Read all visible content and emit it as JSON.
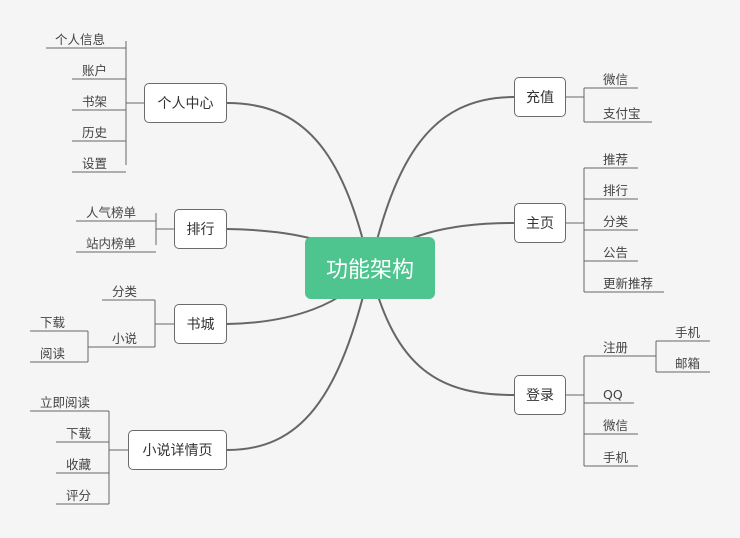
{
  "center": "功能架构",
  "branches": {
    "personal": {
      "label": "个人中心",
      "children": [
        "个人信息",
        "账户",
        "书架",
        "历史",
        "设置"
      ]
    },
    "ranking": {
      "label": "排行",
      "children": [
        "人气榜单",
        "站内榜单"
      ]
    },
    "bookstore": {
      "label": "书城",
      "children": [
        "分类",
        "小说"
      ],
      "novel_children": [
        "下载",
        "阅读"
      ]
    },
    "detail": {
      "label": "小说详情页",
      "children": [
        "立即阅读",
        "下载",
        "收藏",
        "评分"
      ]
    },
    "recharge": {
      "label": "充值",
      "children": [
        "微信",
        "支付宝"
      ]
    },
    "home": {
      "label": "主页",
      "children": [
        "推荐",
        "排行",
        "分类",
        "公告",
        "更新推荐"
      ]
    },
    "login": {
      "label": "登录",
      "children": [
        "注册",
        "QQ",
        "微信",
        "手机"
      ],
      "register_children": [
        "手机",
        "邮箱"
      ]
    }
  },
  "colors": {
    "center": "#4ec48e",
    "line": "#666666",
    "background": "#f5f5f5"
  }
}
